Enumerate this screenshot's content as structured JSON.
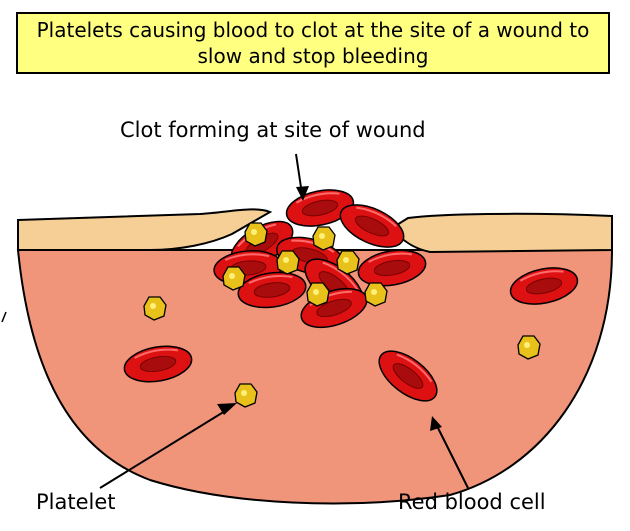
{
  "title": "Platelets causing blood to clot at the site of a wound to slow and stop bleeding",
  "labels": {
    "clot": "Clot forming at site of wound",
    "platelet": "Platelet",
    "red_blood_cell": "Red blood cell"
  },
  "colors": {
    "title_background": "#ffff80",
    "skin": "#f5cf96",
    "tissue": "#f0957a",
    "red_blood_cell": "#dd1111",
    "platelet": "#e8c21a"
  }
}
